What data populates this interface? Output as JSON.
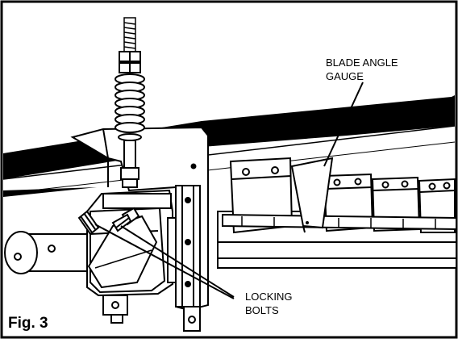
{
  "figure": {
    "label": "Fig. 3",
    "callouts": {
      "gauge_line1": "BLADE ANGLE",
      "gauge_line2": "GAUGE",
      "bolts_line1": "LOCKING",
      "bolts_line2": "BOLTS"
    },
    "colors": {
      "ink": "#000000",
      "paper": "#ffffff"
    }
  }
}
